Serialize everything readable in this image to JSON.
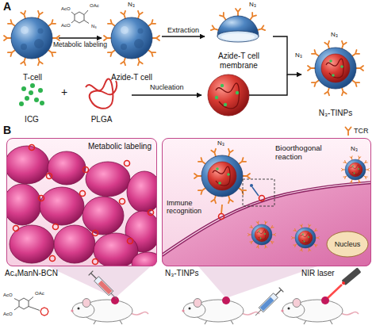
{
  "diagram": {
    "nodes": [
      {
        "text": [
          "T-cell"
        ]
      },
      {
        "text": [
          "Azide-T cell"
        ]
      },
      {
        "text": [
          "Azide-T cell membrane"
        ]
      },
      {
        "text": [
          "ICG"
        ]
      },
      {
        "text": [
          "PLGA"
        ]
      },
      {
        "text": [
          "N₃-TINPs"
        ]
      },
      {
        "text": [
          "Metabolic labeling"
        ]
      },
      {
        "text": [
          "Bioorthogonal reaction",
          "Immune recognition"
        ]
      },
      {
        "text": [
          "Nucleus"
        ],
        "in": 7
      }
    ],
    "edges": [
      {
        "from": 0,
        "to": 1,
        "arrow": "to",
        "label": "Metabolic labeling"
      },
      {
        "from": 1,
        "to": 2,
        "arrow": "to",
        "label": "Extraction"
      },
      {
        "from": 2,
        "to": 5,
        "arrow": "to"
      }
    ],
    "labels": [
      "A",
      "B",
      "AcO",
      "OAc",
      "AcO",
      "N₃",
      "N₃",
      "N₃",
      "N₃",
      "N₃",
      "+",
      "Nucleation",
      "N₃",
      "N₃",
      "Ac₄ManN-BCN",
      "AcO",
      "OAc",
      "AcO",
      "N₃-TINPs",
      "NIR laser"
    ],
    "legend": [
      {
        "text": "TCR"
      }
    ]
  }
}
